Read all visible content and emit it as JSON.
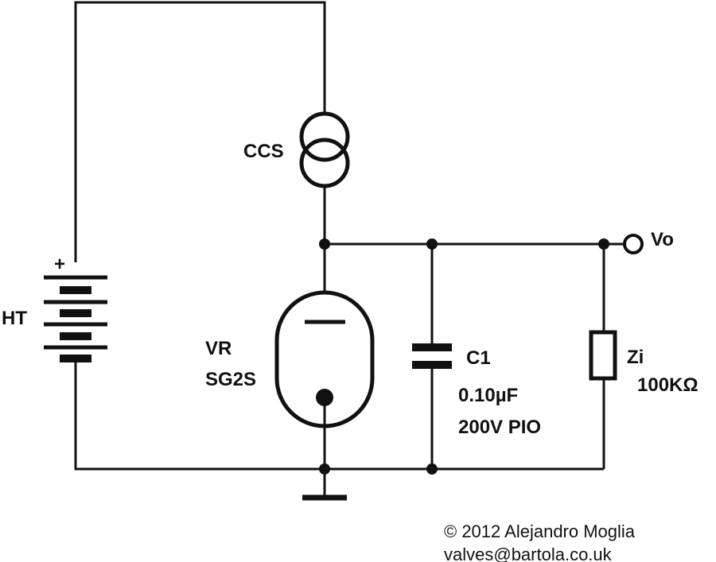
{
  "labels": {
    "ccs": "CCS",
    "ht": "HT",
    "plus": "+",
    "vo": "Vo",
    "vr": "VR",
    "vr_type": "SG2S",
    "c1": "C1",
    "c1_value": "0.10µF",
    "c1_type": "200V PIO",
    "zi": "Zi",
    "zi_value": "100KΩ"
  },
  "credits": {
    "copyright": "© 2012 Alejandro Moglia",
    "email": "valves@bartola.co.uk"
  }
}
